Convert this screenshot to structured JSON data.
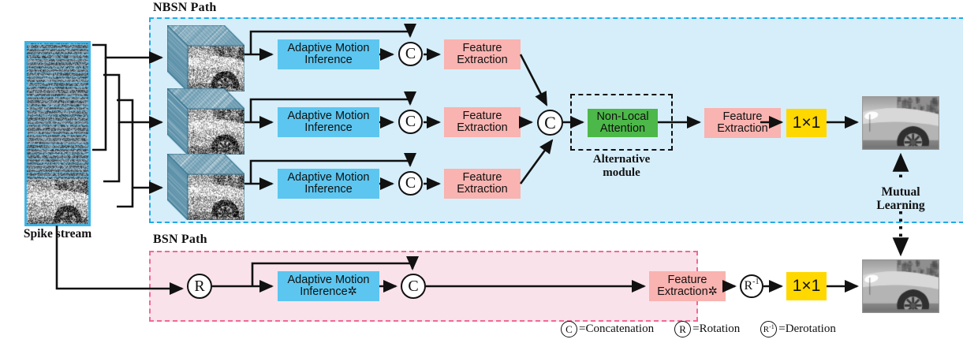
{
  "figure": {
    "type": "architecture-diagram",
    "panels": {
      "nbsn": {
        "title": "NBSN Path",
        "color": "#d6eefa",
        "border": "#24a8e8"
      },
      "bsn": {
        "title": "BSN Path",
        "color": "#fae2ea",
        "border": "#f06a95"
      }
    },
    "input": {
      "label": "Spike stream",
      "kind": "spike-stream-image"
    },
    "nbsn_branches": [
      {
        "cube": "spike-volume-1",
        "ami": "Adaptive Motion\nInference",
        "concat": "C",
        "fe": "Feature\nExtraction"
      },
      {
        "cube": "spike-volume-2",
        "ami": "Adaptive Motion\nInference",
        "concat": "C",
        "fe": "Feature\nExtraction"
      },
      {
        "cube": "spike-volume-3",
        "ami": "Adaptive Motion\nInference",
        "concat": "C",
        "fe": "Feature\nExtraction"
      }
    ],
    "ami_line1": "Adaptive Motion",
    "ami_line2": "Inference",
    "fe_line1": "Feature",
    "fe_line2": "Extraction",
    "merge_concat": "C",
    "alternative": {
      "module_line1": "Non-Local",
      "module_line2": "Attention",
      "caption_line1": "Alternative",
      "caption_line2": "module"
    },
    "nbsn_tail": {
      "fe_line1": "Feature",
      "fe_line2": "Extraction",
      "conv": "1×1"
    },
    "bsn": {
      "rotation": "R",
      "ami_line1": "Adaptive Motion",
      "ami_line2": "Inference✲",
      "concat": "C",
      "fe_line1": "Feature",
      "fe_line2": "Extraction✲",
      "derotation_base": "R",
      "derotation_sup": "-1",
      "conv": "1×1"
    },
    "mutual": {
      "line1": "Mutual",
      "line2": "Learning"
    },
    "legend": [
      {
        "symbol": "C",
        "sup": "",
        "text": "=Concatenation"
      },
      {
        "symbol": "R",
        "sup": "",
        "text": "=Rotation"
      },
      {
        "symbol": "R",
        "sup": "-1",
        "text": "=Derotation"
      }
    ],
    "outputs": [
      {
        "name": "nbsn-output-image"
      },
      {
        "name": "bsn-output-image"
      }
    ],
    "colors": {
      "ami": "#5cc6f0",
      "feature": "#f9b3b0",
      "attention": "#4cb849",
      "conv": "#ffd800",
      "nbsn_bg": "#d6eefa",
      "bsn_bg": "#fae2ea"
    }
  }
}
